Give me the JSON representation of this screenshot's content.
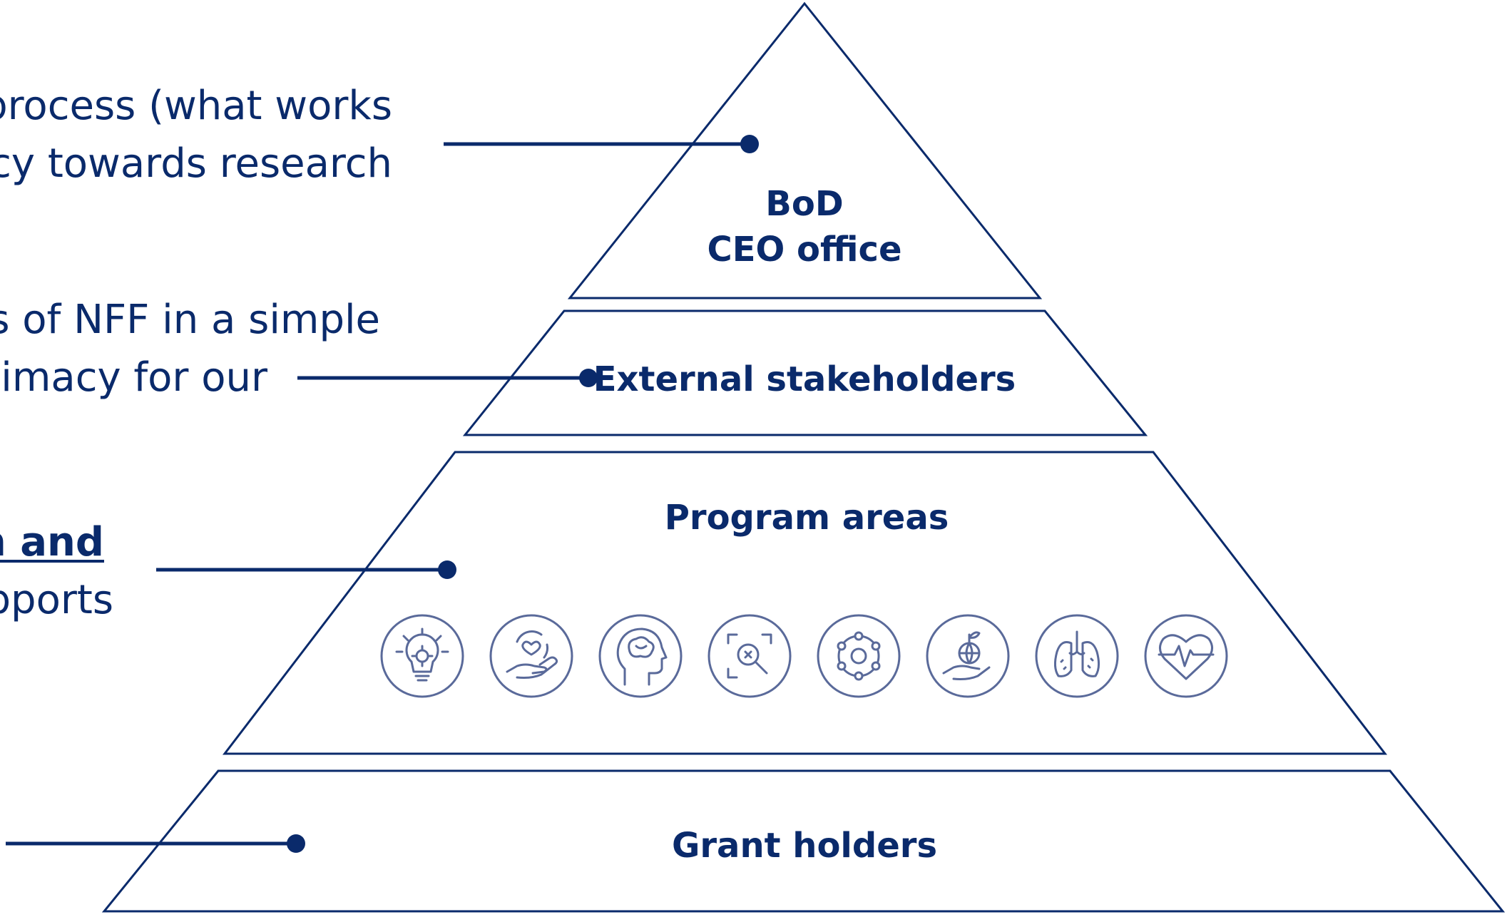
{
  "colors": {
    "primary": "#0a2a6b",
    "icon_stroke": "#5a6a9a"
  },
  "pyramid": {
    "tiers": [
      {
        "lines": [
          "BoD",
          "CEO office"
        ]
      },
      {
        "lines": [
          "External stakeholders"
        ]
      },
      {
        "lines": [
          "Program areas"
        ]
      },
      {
        "lines": [
          "Grant holders"
        ]
      }
    ],
    "program_icons": [
      "lightbulb-gear-icon",
      "hand-heart-cycle-icon",
      "head-brain-icon",
      "scan-magnifier-icon",
      "network-molecule-icon",
      "hand-globe-plant-icon",
      "lungs-icon",
      "heart-pulse-icon"
    ]
  },
  "left_notes": [
    {
      "lines": [
        "process (what works",
        "acy towards research"
      ]
    },
    {
      "lines": [
        "ss of NFF in a simple",
        "itimacy for our"
      ]
    },
    {
      "lines": [
        "n and",
        "pports"
      ],
      "first_line_bold": true
    },
    {
      "lines": []
    }
  ]
}
